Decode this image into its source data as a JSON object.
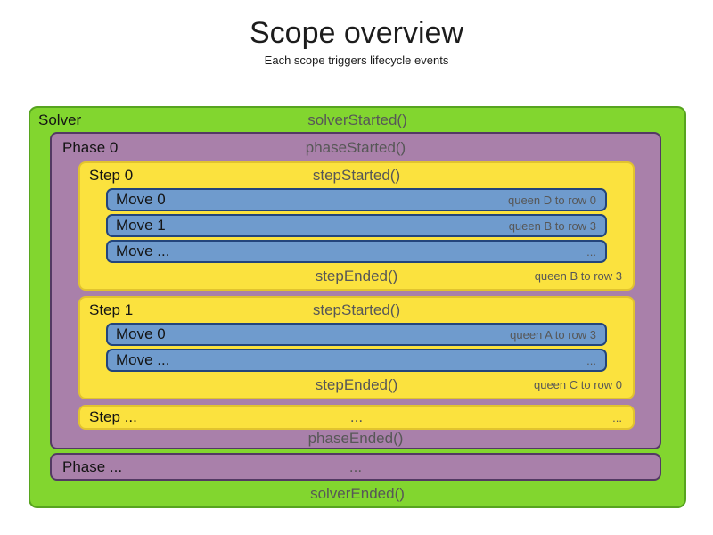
{
  "header": {
    "title": "Scope overview",
    "subtitle": "Each scope triggers lifecycle events"
  },
  "colors": {
    "solver_green": "#82d62f",
    "solver_border_green": "#57a41f",
    "phase_purple": "#a980aa",
    "phase_border_purple": "#533963",
    "step_yellow": "#fbe23e",
    "step_border_yellow": "#e1c32f",
    "move_blue": "#6f9bcd",
    "move_border_blue": "#23457c",
    "event_text_gray": "#575757",
    "label_text_black": "#141414"
  },
  "solver": {
    "label": "Solver",
    "started_event": "solverStarted()",
    "ended_event": "solverEnded()",
    "phases": [
      {
        "label": "Phase 0",
        "started_event": "phaseStarted()",
        "ended_event": "phaseEnded()",
        "steps": [
          {
            "label": "Step 0",
            "started_event": "stepStarted()",
            "ended_event": "stepEnded()",
            "ended_note": "queen B to row 3",
            "moves": [
              {
                "label": "Move 0",
                "note": "queen D to row 0"
              },
              {
                "label": "Move 1",
                "note": "queen B to row 3"
              },
              {
                "label": "Move ...",
                "note": "..."
              }
            ]
          },
          {
            "label": "Step 1",
            "started_event": "stepStarted()",
            "ended_event": "stepEnded()",
            "ended_note": "queen C to row 0",
            "moves": [
              {
                "label": "Move 0",
                "note": "queen A to row 3"
              },
              {
                "label": "Move ...",
                "note": "..."
              }
            ]
          },
          {
            "label": "Step ...",
            "center": "...",
            "note": "..."
          }
        ]
      },
      {
        "label": "Phase ...",
        "center": "..."
      }
    ]
  }
}
